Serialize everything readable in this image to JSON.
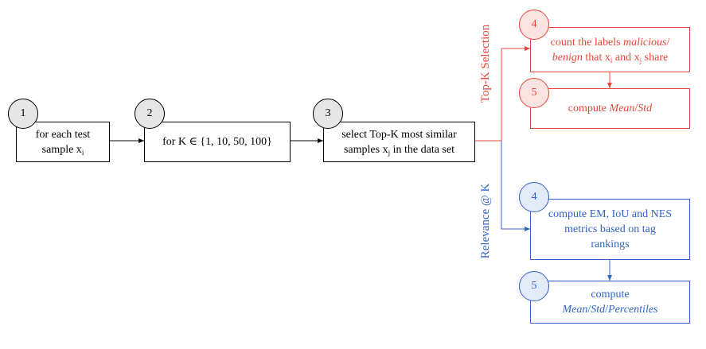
{
  "steps": {
    "s1": {
      "number": "1",
      "line1": "for each test",
      "line2_pre": "sample x",
      "line2_sub": "i"
    },
    "s2": {
      "number": "2",
      "text": "for K ∈ {1, 10, 50, 100}"
    },
    "s3": {
      "number": "3",
      "line1": "select Top-K most similar",
      "line2_pre": "samples x",
      "line2_sub": "j",
      "line2_post": " in the data set"
    }
  },
  "topk": {
    "label": "Top-K Selection",
    "s4": {
      "number": "4",
      "l1_pre": "count the labels ",
      "l1_italic": "malicious",
      "l1_post": "/",
      "l2_italic": "benign",
      "l2_mid": " that x",
      "l2_sub1": "i",
      "l2_and": " and x",
      "l2_sub2": "j",
      "l2_end": " share"
    },
    "s5": {
      "number": "5",
      "pre": "compute ",
      "italic1": "Mean",
      "slash": "/",
      "italic2": "Std"
    }
  },
  "relevance": {
    "label": "Relevance @ K",
    "s4": {
      "number": "4",
      "line1": "compute EM, IoU and NES",
      "line2": "metrics based on tag",
      "line3": "rankings"
    },
    "s5": {
      "number": "5",
      "line1": "compute",
      "italic1": "Mean",
      "slash1": "/",
      "italic2": "Std",
      "slash2": "/",
      "italic3": "Percentiles"
    }
  },
  "colors": {
    "black": "#000000",
    "red": "#e8463a",
    "blue": "#2f63c4"
  }
}
